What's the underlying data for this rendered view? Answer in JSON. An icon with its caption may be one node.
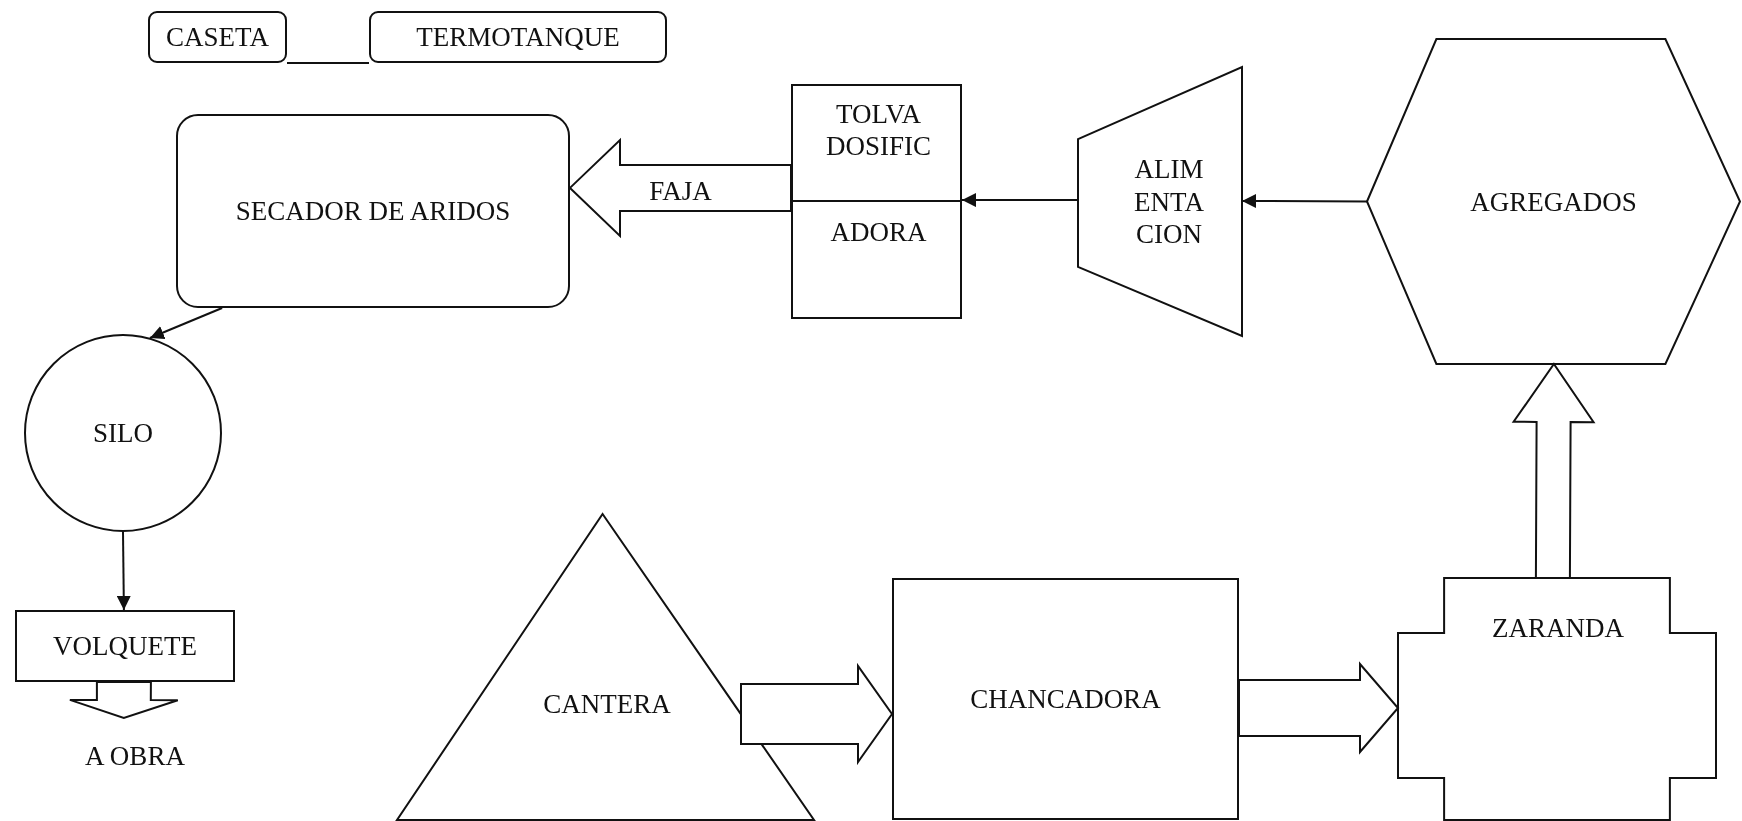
{
  "diagram": {
    "nodes": [
      {
        "text": [
          "CASETA"
        ]
      },
      {
        "text": [
          "TERMOTANQUE"
        ]
      },
      {
        "text": [
          "SECADOR DE ARIDOS"
        ]
      },
      {
        "text": [
          "TOLVA DOSIFIC",
          "ADORA"
        ]
      },
      {
        "text": [
          "ALIM ENTA CION"
        ]
      },
      {
        "text": [
          "AGREGADOS"
        ]
      },
      {
        "text": [
          "SILO"
        ]
      },
      {
        "text": [
          "VOLQUETE"
        ]
      },
      {
        "text": [
          "A OBRA"
        ]
      },
      {
        "text": [
          "CANTERA"
        ]
      },
      {
        "text": [
          "CHANCADORA"
        ]
      },
      {
        "text": [
          "ZARANDA"
        ]
      }
    ],
    "edges": [
      {
        "from": 0,
        "to": 1,
        "arrow": "none"
      },
      {
        "from": 3,
        "to": 2,
        "arrow": "to",
        "label": "FAJA",
        "style": "thick"
      },
      {
        "from": 4,
        "to": 3,
        "arrow": "to"
      },
      {
        "from": 5,
        "to": 4,
        "arrow": "to"
      },
      {
        "from": 2,
        "to": 6,
        "arrow": "to"
      },
      {
        "from": 6,
        "to": 7,
        "arrow": "to"
      },
      {
        "from": 7,
        "to": 8,
        "arrow": "to",
        "style": "thick"
      },
      {
        "from": 9,
        "to": 10,
        "arrow": "to",
        "style": "thick"
      },
      {
        "from": 10,
        "to": 11,
        "arrow": "to",
        "style": "thick"
      },
      {
        "from": 11,
        "to": 5,
        "arrow": "to",
        "style": "thick"
      }
    ]
  }
}
